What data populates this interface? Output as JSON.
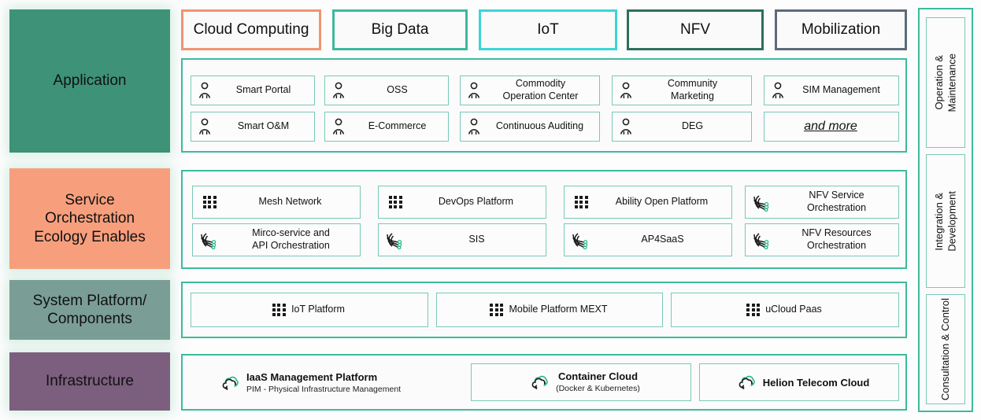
{
  "colors": {
    "application": "#3d9277",
    "service": "#f79f7d",
    "system": "#7a9e95",
    "infrastructure": "#7c5e7f",
    "teal_border": "#3cbb9c",
    "light_teal_border": "#79c9b8",
    "chip_cloud": "#f09470",
    "chip_bigdata": "#3cb99a",
    "chip_iot": "#3ad6d6",
    "chip_nfv": "#2e6f5e",
    "chip_mobilization": "#5d6b7a",
    "icon_accent": "#2bb98c"
  },
  "layers": {
    "application": {
      "label": "Application"
    },
    "service": {
      "label": "Service\nOrchestration\nEcology Enables"
    },
    "system": {
      "label": "System Platform/\nComponents"
    },
    "infrastructure": {
      "label": "Infrastructure"
    }
  },
  "categories": [
    {
      "label": "Cloud Computing",
      "icon": "none"
    },
    {
      "label": "Big Data",
      "icon": "none"
    },
    {
      "label": "IoT",
      "icon": "none"
    },
    {
      "label": "NFV",
      "icon": "none"
    },
    {
      "label": "Mobilization",
      "icon": "none"
    }
  ],
  "application_items": [
    {
      "label": "Smart Portal",
      "icon": "person-icon"
    },
    {
      "label": "OSS",
      "icon": "person-icon"
    },
    {
      "label": "Commodity\nOperation Center",
      "icon": "person-icon"
    },
    {
      "label": "Community\nMarketing",
      "icon": "person-icon"
    },
    {
      "label": "SIM Management",
      "icon": "person-icon"
    },
    {
      "label": "Smart O&M",
      "icon": "person-icon"
    },
    {
      "label": "E-Commerce",
      "icon": "person-icon"
    },
    {
      "label": "Continuous Auditing",
      "icon": "person-icon"
    },
    {
      "label": "DEG",
      "icon": "person-icon"
    },
    {
      "label": "and more",
      "icon": "none"
    }
  ],
  "service_items": [
    {
      "label": "Mesh Network",
      "icon": "dot-grid-icon"
    },
    {
      "label": "DevOps Platform",
      "icon": "dot-grid-icon"
    },
    {
      "label": "Ability Open Platform",
      "icon": "dot-grid-icon"
    },
    {
      "label": "NFV Service\nOrchestration",
      "icon": "orchestration-icon"
    },
    {
      "label": "Mirco-service and\nAPI Orchestration",
      "icon": "orchestration-icon"
    },
    {
      "label": "SIS",
      "icon": "orchestration-icon"
    },
    {
      "label": "AP4SaaS",
      "icon": "orchestration-icon"
    },
    {
      "label": "NFV Resources\nOrchestration",
      "icon": "orchestration-icon"
    }
  ],
  "system_items": [
    {
      "label": "IoT Platform",
      "icon": "dot-grid-icon"
    },
    {
      "label": "Mobile Platform MEXT",
      "icon": "dot-grid-icon"
    },
    {
      "label": "uCloud Paas",
      "icon": "dot-grid-icon"
    }
  ],
  "infrastructure_items": [
    {
      "title": "IaaS Management Platform",
      "subtitle": "PIM - Physical Infrastructure Management",
      "icon": "cloud-sync-icon",
      "boxed": false
    },
    {
      "title": "Container Cloud",
      "subtitle": "(Docker & Kubernetes)",
      "icon": "cloud-sync-icon",
      "boxed": true
    },
    {
      "title": "Helion Telecom Cloud",
      "subtitle": "",
      "icon": "cloud-sync-icon",
      "boxed": true
    }
  ],
  "side_rail": [
    {
      "label": "Operation &\nMaintenance"
    },
    {
      "label": "Integration &\nDevelopment"
    },
    {
      "label": "Consultation & Control"
    }
  ]
}
